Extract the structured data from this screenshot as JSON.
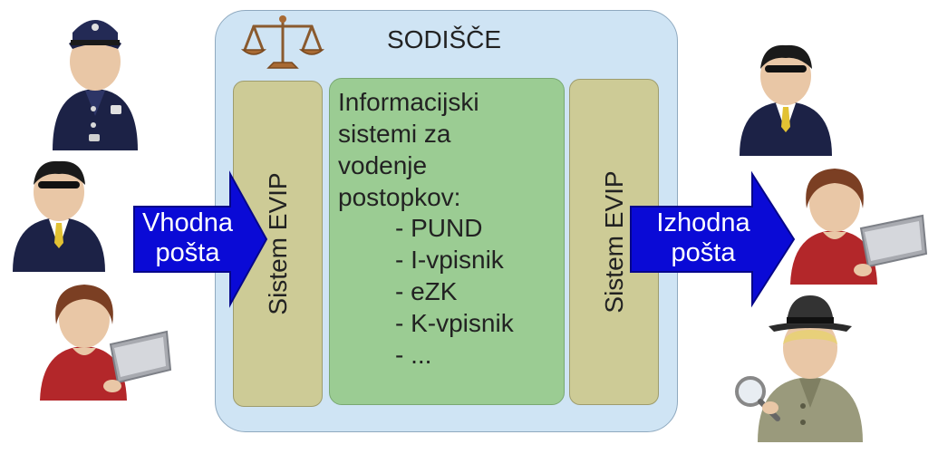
{
  "court": {
    "title": "SODIŠČE"
  },
  "evip_left": {
    "label": "Sistem EVIP"
  },
  "evip_right": {
    "label": "Sistem EVIP"
  },
  "systems": {
    "heading": "Informacijski\nsistemi za\nvodenje\npostopkov:",
    "items": [
      "- PUND",
      "- I-vpisnik",
      "- eZK",
      "- K-vpisnik",
      "- ..."
    ]
  },
  "incoming": {
    "label": "Vhodna\npošta"
  },
  "outgoing": {
    "label": "Izhodna\npošta"
  },
  "colors": {
    "court_bg": "#cfe4f4",
    "evip_bg": "#cdcb96",
    "systems_bg": "#9bcc93",
    "arrow": "#0a0ad6"
  },
  "icons": {
    "court": "scales-of-justice-icon",
    "left_people": [
      "police-officer-icon",
      "businessman-icon",
      "woman-laptop-icon"
    ],
    "right_people": [
      "businessman-icon",
      "woman-laptop-icon",
      "detective-icon"
    ]
  }
}
